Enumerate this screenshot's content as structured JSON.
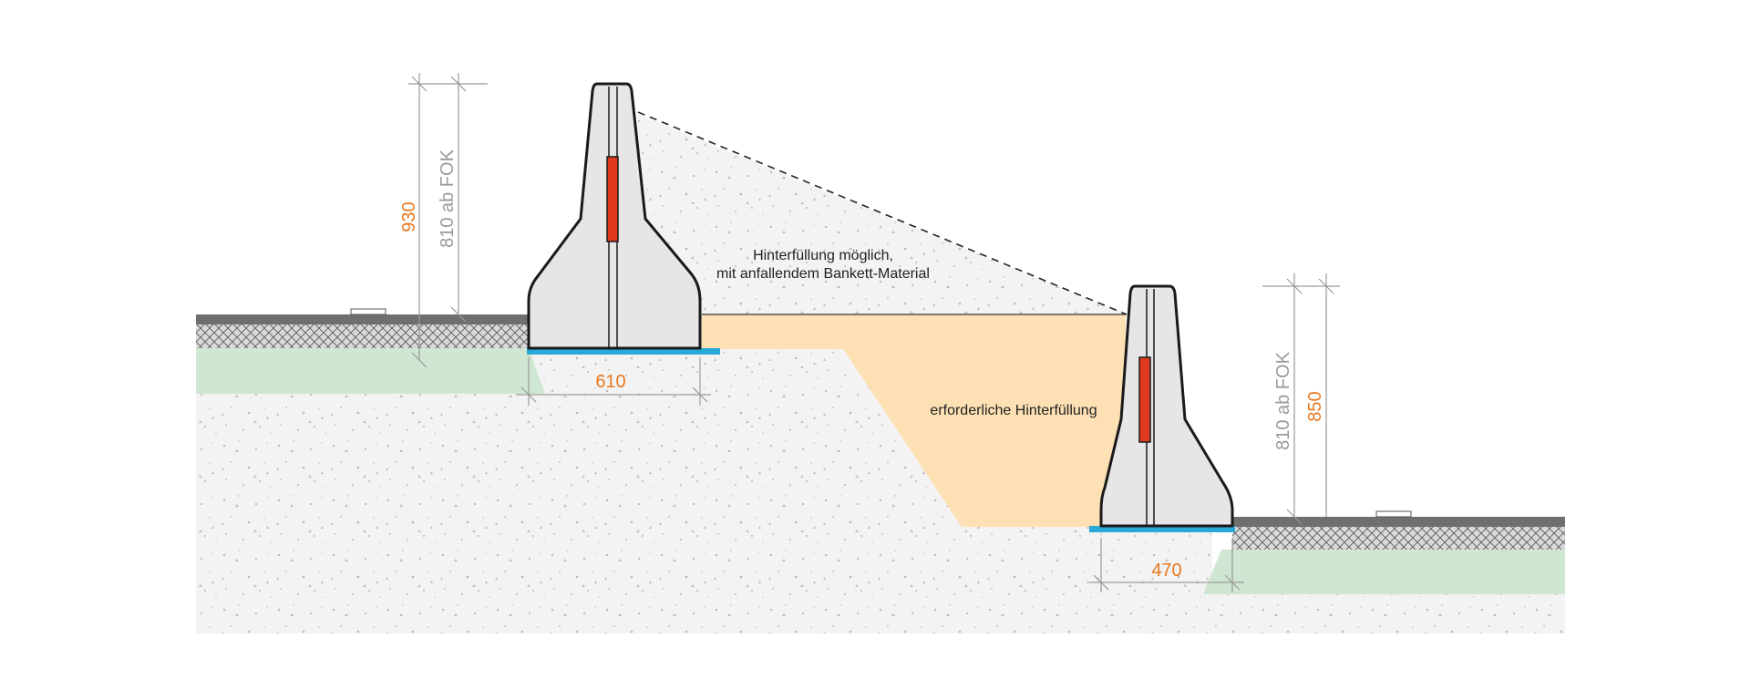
{
  "labels": {
    "backfill_possible_line1": "Hinterfüllung möglich,",
    "backfill_possible_line2": "mit anfallendem Bankett-Material",
    "backfill_required": "erforderliche Hinterfüllung"
  },
  "dimensions": {
    "left_height_total": "930",
    "left_height_fok": "810 ab FOK",
    "left_width": "610",
    "right_height_fok": "810 ab FOK",
    "right_height_total": "850",
    "right_width": "470"
  },
  "colors": {
    "gravel_fill": "#f3f3f3",
    "gravel_speckle": "#b9b9b9",
    "green_subbase": "#cfe6d2",
    "backfill_orange": "#fde0b3",
    "barrier_concrete": "#e6e6e6",
    "barrier_outline": "#1a1a1a",
    "reflector_red": "#e03a1e",
    "base_plate_blue": "#29a9d8",
    "asphalt_gray": "#6f6f6f",
    "dimension_gray": "#9a9a9a",
    "dimension_orange": "#e8781e"
  }
}
